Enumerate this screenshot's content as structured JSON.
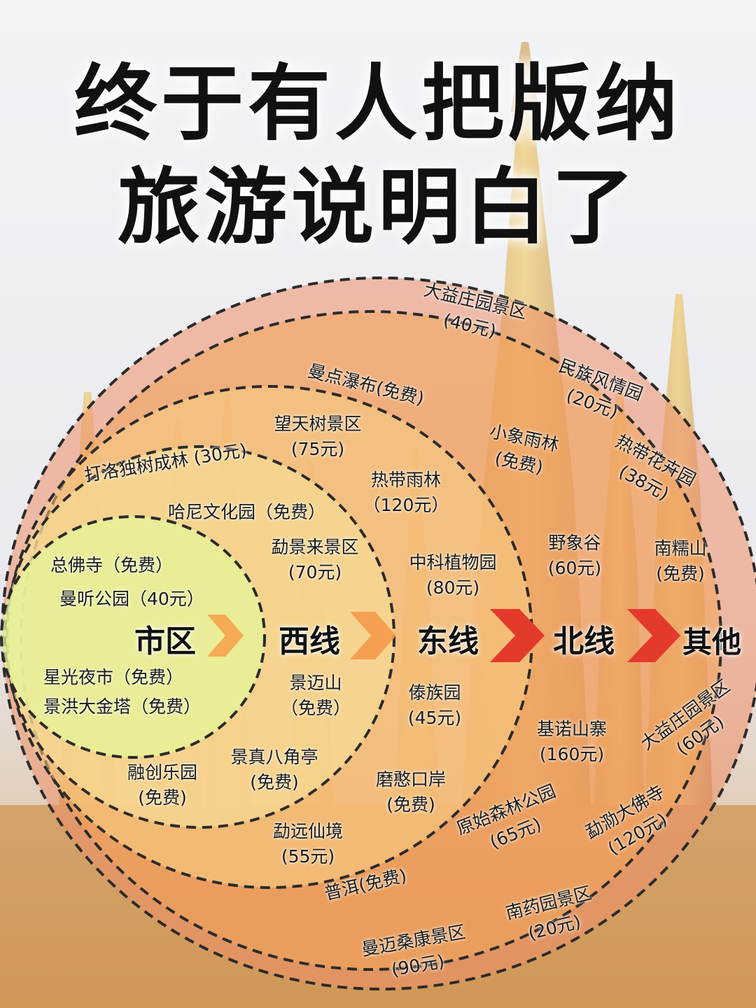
{
  "title": {
    "line1": "终于有人把版纳",
    "line2": "旅游说明白了"
  },
  "colors": {
    "city": "#e6f29a",
    "west": "#f7dc86",
    "east": "#f5c16c",
    "north": "#f0a75c",
    "other": "#ee9a78",
    "arrow_light": "#f7a24a",
    "arrow_dark": "#e43a2a",
    "ring_line": "#2b2b2b"
  },
  "zones": [
    "市区",
    "西线",
    "东线",
    "北线",
    "其他"
  ],
  "spots": {
    "city": [
      {
        "name": "总佛寺（免费）"
      },
      {
        "name": "曼听公园（40元）"
      },
      {
        "name": "星光夜市（免费）"
      },
      {
        "name": "景洪大金塔（免费）"
      }
    ],
    "west": [
      {
        "name": "打洛独树成林 (30元)"
      },
      {
        "name": "哈尼文化园（免费）"
      },
      {
        "name": "勐景来景区",
        "price": "(70元)"
      },
      {
        "name": "景迈山",
        "price": "（免费）"
      },
      {
        "name": "景真八角亭",
        "price": "(免费)"
      },
      {
        "name": "融创乐园",
        "price": "(免费)"
      }
    ],
    "east": [
      {
        "name": "望天树景区",
        "price": "(75元)"
      },
      {
        "name": "热带雨林",
        "price": "（120元）"
      },
      {
        "name": "中科植物园",
        "price": "(80元)"
      },
      {
        "name": "傣族园",
        "price": "(45元)"
      },
      {
        "name": "磨憨口岸",
        "price": "(免费)"
      },
      {
        "name": "勐远仙境",
        "price": "(55元)"
      }
    ],
    "north": [
      {
        "name": "曼点瀑布(免费)"
      },
      {
        "name": "小象雨林",
        "price": "(免费)"
      },
      {
        "name": "野象谷",
        "price": "(60元)"
      },
      {
        "name": "基诺山寨",
        "price": "(160元)"
      },
      {
        "name": "原始森林公园",
        "price": "(65元)"
      },
      {
        "name": "普洱(免费)"
      }
    ],
    "other": [
      {
        "name": "大益庄园景区",
        "price": "(40元)"
      },
      {
        "name": "民族风情园",
        "price": "(20元)"
      },
      {
        "name": "热带花卉园",
        "price": "(38元)"
      },
      {
        "name": "南糯山",
        "price": "(免费)"
      },
      {
        "name": "大益庄园景区",
        "price": "(60元)"
      },
      {
        "name": "勐泐大佛寺",
        "price": "(120元)"
      },
      {
        "name": "南药园景区",
        "price": "(20元)"
      },
      {
        "name": "曼迈桑康景区",
        "price": "(90元)"
      }
    ]
  }
}
